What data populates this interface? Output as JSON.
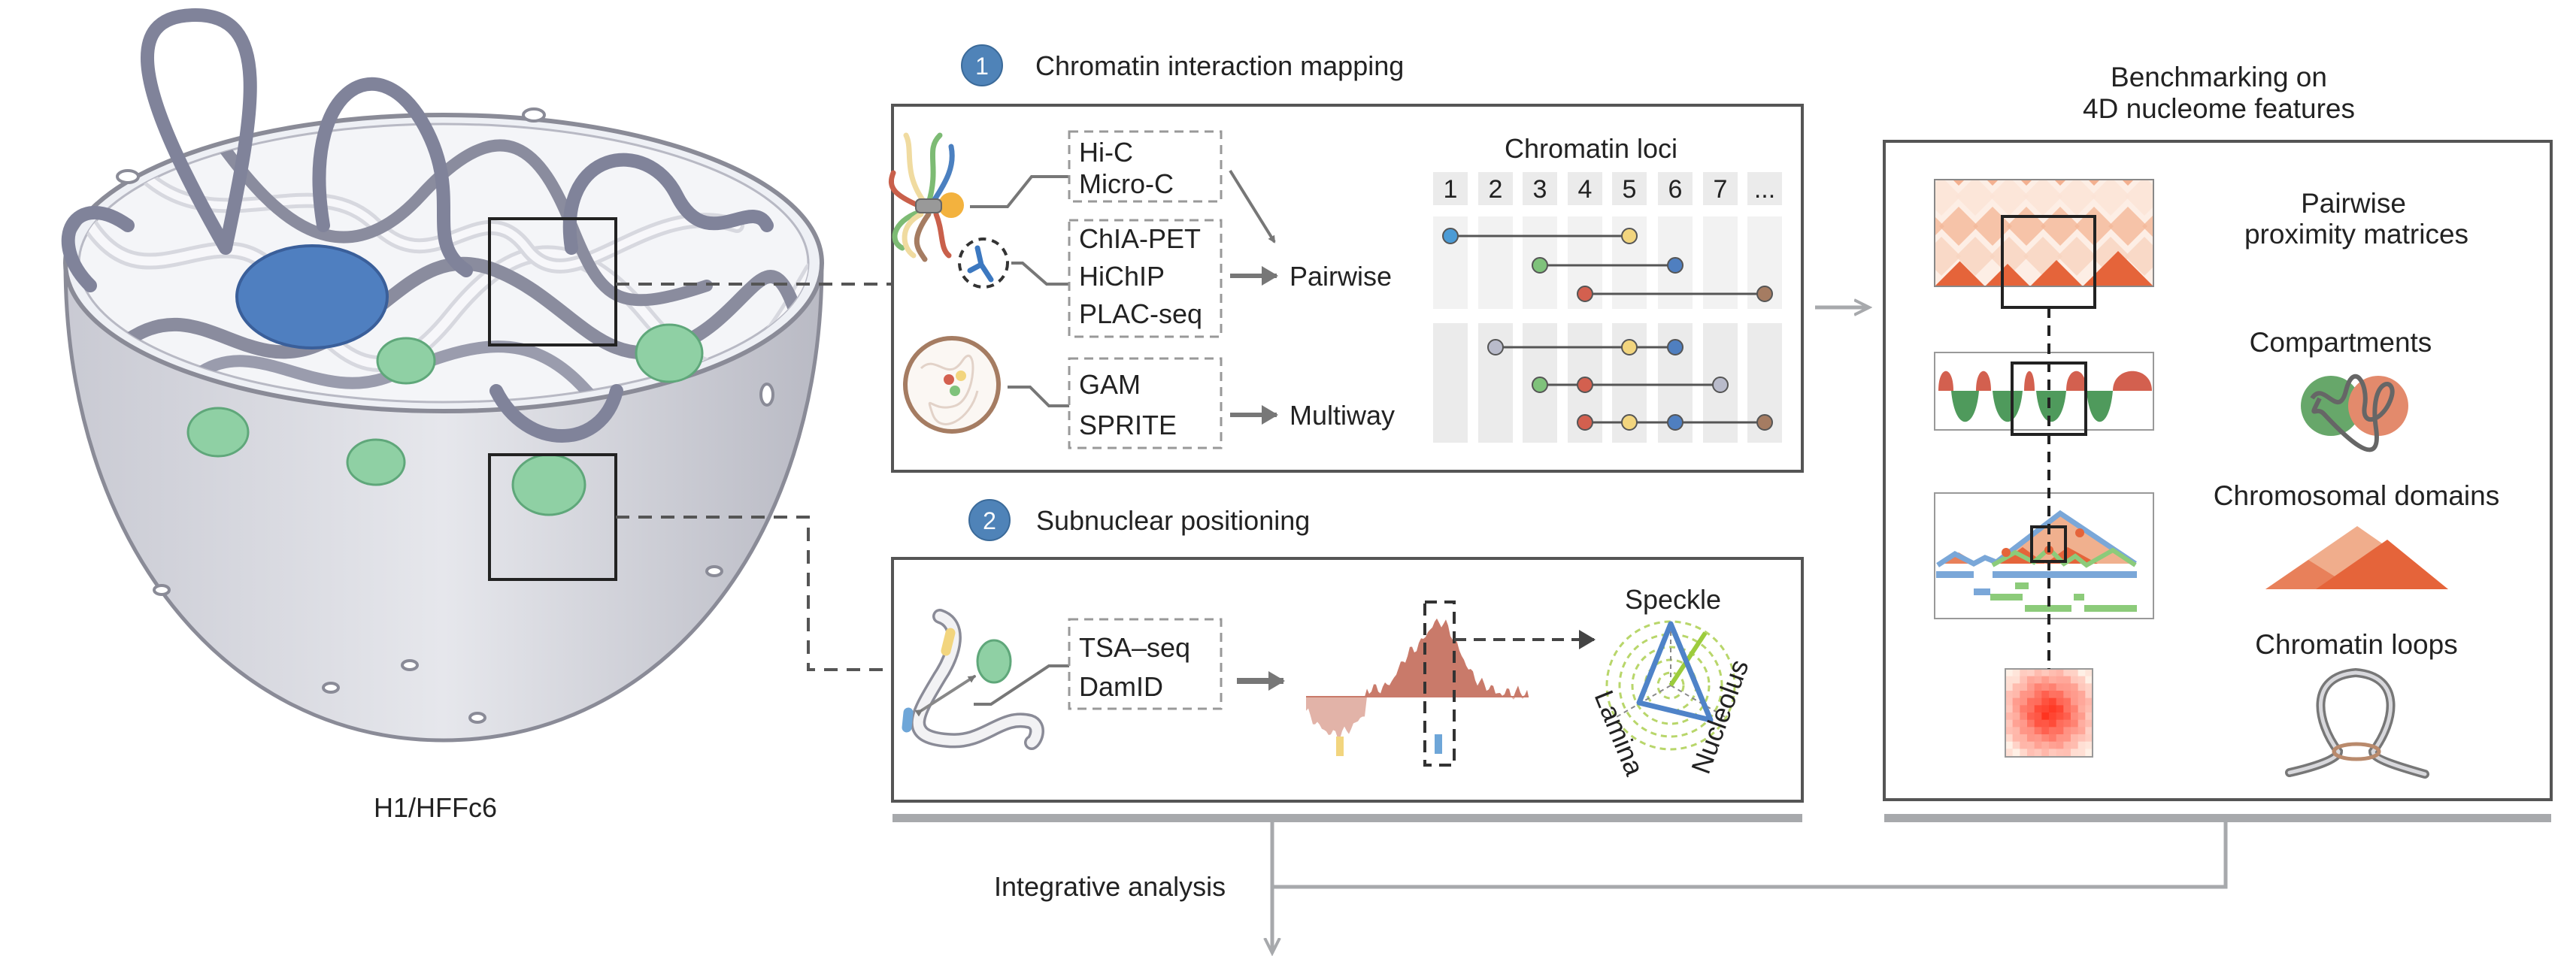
{
  "cell": {
    "label": "H1/HFFc6"
  },
  "section1": {
    "number": "1",
    "title": "Chromatin interaction mapping",
    "methods_group1": [
      "Hi-C",
      "Micro-C"
    ],
    "methods_group2": [
      "ChIA-PET",
      "HiChIP",
      "PLAC-seq"
    ],
    "methods_group3": [
      "GAM",
      "SPRITE"
    ],
    "pairwise_label": "Pairwise",
    "multiway_label": "Multiway",
    "loci_title": "Chromatin loci",
    "loci": [
      "1",
      "2",
      "3",
      "4",
      "5",
      "6",
      "7",
      "..."
    ],
    "pairwise_rows": [
      [
        {
          "locus": 1,
          "color": "blue"
        },
        {
          "locus": 5,
          "color": "yellow"
        }
      ],
      [
        {
          "locus": 3,
          "color": "green"
        },
        {
          "locus": 6,
          "color": "darkblue"
        }
      ],
      [
        {
          "locus": 4,
          "color": "red"
        },
        {
          "locus": 8,
          "color": "brown"
        }
      ]
    ],
    "multiway_rows": [
      [
        {
          "locus": 2,
          "color": "gray"
        },
        {
          "locus": 5,
          "color": "yellow"
        },
        {
          "locus": 6,
          "color": "darkblue"
        }
      ],
      [
        {
          "locus": 3,
          "color": "green"
        },
        {
          "locus": 4,
          "color": "red"
        },
        {
          "locus": 7,
          "color": "gray"
        }
      ],
      [
        {
          "locus": 4,
          "color": "red"
        },
        {
          "locus": 5,
          "color": "yellow"
        },
        {
          "locus": 6,
          "color": "darkblue"
        },
        {
          "locus": 8,
          "color": "brown"
        }
      ]
    ]
  },
  "section2": {
    "number": "2",
    "title": "Subnuclear positioning",
    "methods": [
      "TSA–seq",
      "DamID"
    ],
    "radar_axes": {
      "top": "Speckle",
      "left": "Lamina",
      "right": "Nucleolus"
    }
  },
  "benchmark": {
    "title_line1": "Benchmarking on",
    "title_line2": "4D nucleome features",
    "features": {
      "pairwise_line1": "Pairwise",
      "pairwise_line2": "proximity matrices",
      "compartments": "Compartments",
      "domains": "Chromosomal domains",
      "loops": "Chromatin loops"
    }
  },
  "integrative": {
    "label": "Integrative analysis"
  },
  "colors": {
    "blue": "#4b9bd5",
    "yellow": "#f2d57e",
    "green": "#7fc27b",
    "darkblue": "#4f7fc0",
    "red": "#d3604f",
    "brown": "#a57c62",
    "gray": "#b9bbcb",
    "badge": "#4f83b8",
    "panel_border": "#555555",
    "connector": "#a7a9ac",
    "orange": "#e5643a"
  }
}
